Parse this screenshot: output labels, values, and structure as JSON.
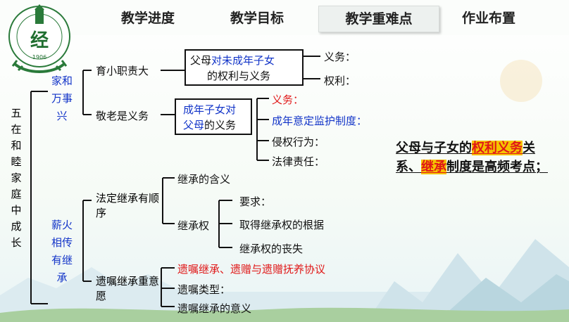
{
  "tabs": [
    "教学进度",
    "教学目标",
    "教学重难点",
    "作业布置"
  ],
  "logo": {
    "text": "河北经贸大学经济管理学院",
    "year": "1906",
    "emblem": "经"
  },
  "main_title": "五在和睦家庭中成长",
  "sections": {
    "home": "家和万事兴",
    "inherit": "薪火相传有继承"
  },
  "branches": {
    "yu": "育小职责大",
    "parent_box_a": "父母",
    "parent_box_b": "对未成年子女",
    "parent_box_c": "的权利与义务",
    "yiwu1": "义务：",
    "quanli1": "权利：",
    "jing": "敬老是义务",
    "child_box_a": "成年子女对",
    "child_box_b": "父母",
    "child_box_c": "的义务",
    "yiwu2": "义务：",
    "jianhu": "成年意定监护制度：",
    "qinquan": "侵权行为：",
    "falv": "法律责任：",
    "fading": "法定继承有顺序",
    "hanyi": "继承的含义",
    "jcq": "继承权",
    "yaoqiu": "要求：",
    "genju": "取得继承权的根据",
    "sangshi": "继承权的丧失",
    "yizhu_zhong": "遗嘱继承重意愿",
    "yizhu_red": "遗嘱继承、遗赠与遗赠抚养协议",
    "leixing": "遗嘱类型：",
    "yiyi": "遗嘱继承的意义"
  },
  "note": {
    "a": "父母与子女的",
    "b": "权利义务",
    "c": "关系、",
    "d": "继承",
    "e": "制度是高频考点；"
  },
  "colors": {
    "blue": "#1234c8",
    "red": "#e01818",
    "highlight": "#f5c400"
  }
}
